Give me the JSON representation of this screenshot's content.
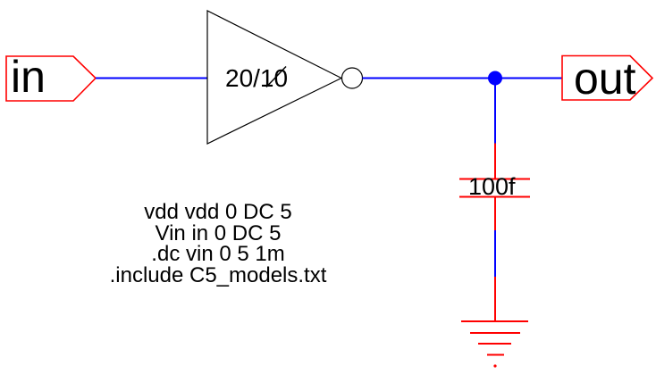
{
  "colors": {
    "wire": "#0000ff",
    "component": "#ff0000",
    "device": "#000000",
    "text": "#000000",
    "background": "#ffffff"
  },
  "ports": {
    "input": {
      "label": "in"
    },
    "output": {
      "label": "out"
    }
  },
  "inverter": {
    "size_label": "20/10"
  },
  "capacitor": {
    "value_label": "100f"
  },
  "spice_deck": {
    "lines": [
      "vdd vdd 0 DC 5",
      "Vin in 0 DC 5",
      ".dc vin 0 5 1m",
      ".include C5_models.txt"
    ]
  }
}
